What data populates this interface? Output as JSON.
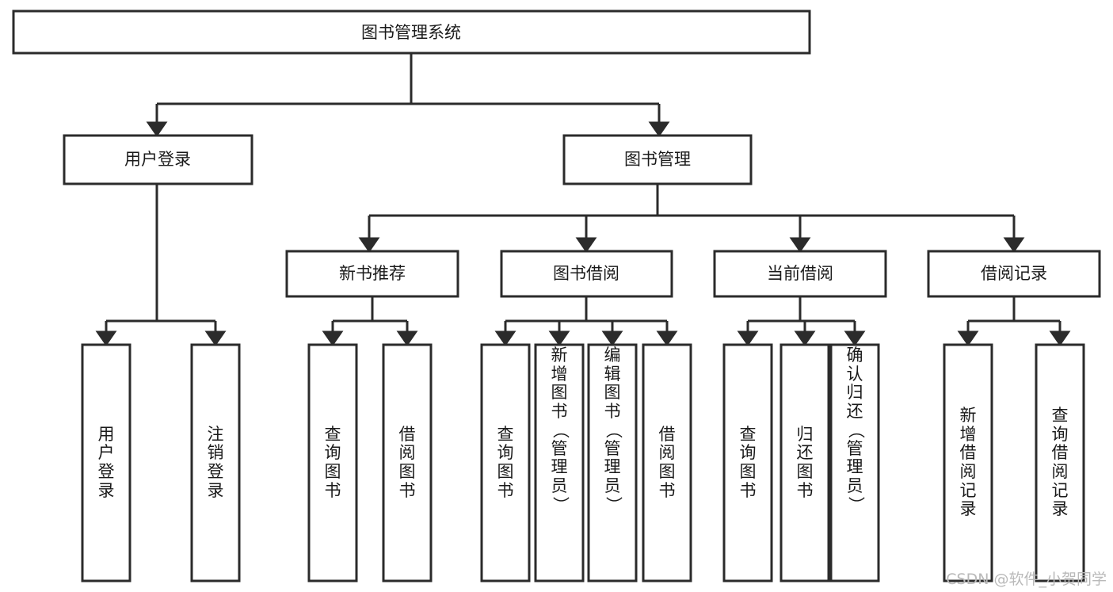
{
  "diagram": {
    "title": "图书管理系统",
    "type": "hierarchy-tree",
    "watermark": "CSDN @软件_小贺同学",
    "levels": [
      {
        "level": 1,
        "nodes": [
          {
            "id": "root",
            "label": "图书管理系统",
            "orientation": "horizontal"
          }
        ]
      },
      {
        "level": 2,
        "nodes": [
          {
            "id": "login",
            "label": "用户登录",
            "orientation": "horizontal",
            "parent": "root"
          },
          {
            "id": "bookmgmt",
            "label": "图书管理",
            "orientation": "horizontal",
            "parent": "root"
          }
        ]
      },
      {
        "level": 3,
        "nodes": [
          {
            "id": "newbook",
            "label": "新书推荐",
            "orientation": "horizontal",
            "parent": "bookmgmt"
          },
          {
            "id": "borrow",
            "label": "图书借阅",
            "orientation": "horizontal",
            "parent": "bookmgmt"
          },
          {
            "id": "current",
            "label": "当前借阅",
            "orientation": "horizontal",
            "parent": "bookmgmt"
          },
          {
            "id": "records",
            "label": "借阅记录",
            "orientation": "horizontal",
            "parent": "bookmgmt"
          }
        ]
      },
      {
        "level": 4,
        "nodes": [
          {
            "id": "leaf-1",
            "label": "用户登录",
            "orientation": "vertical",
            "parent": "login"
          },
          {
            "id": "leaf-2",
            "label": "注销登录",
            "orientation": "vertical",
            "parent": "login"
          },
          {
            "id": "leaf-3",
            "label": "查询图书",
            "orientation": "vertical",
            "parent": "newbook"
          },
          {
            "id": "leaf-4",
            "label": "借阅图书",
            "orientation": "vertical",
            "parent": "newbook"
          },
          {
            "id": "leaf-5",
            "label": "查询图书",
            "orientation": "vertical",
            "parent": "borrow"
          },
          {
            "id": "leaf-6",
            "label": "新增图书（管理员）",
            "orientation": "vertical",
            "parent": "borrow"
          },
          {
            "id": "leaf-7",
            "label": "编辑图书（管理员）",
            "orientation": "vertical",
            "parent": "borrow"
          },
          {
            "id": "leaf-8",
            "label": "借阅图书",
            "orientation": "vertical",
            "parent": "borrow"
          },
          {
            "id": "leaf-9",
            "label": "查询图书",
            "orientation": "vertical",
            "parent": "current"
          },
          {
            "id": "leaf-10",
            "label": "归还图书",
            "orientation": "vertical",
            "parent": "current"
          },
          {
            "id": "leaf-11",
            "label": "确认归还（管理员）",
            "orientation": "vertical",
            "parent": "current"
          },
          {
            "id": "leaf-12",
            "label": "新增借阅记录",
            "orientation": "vertical",
            "parent": "records"
          },
          {
            "id": "leaf-13",
            "label": "查询借阅记录",
            "orientation": "vertical",
            "parent": "records"
          }
        ]
      }
    ],
    "colors": {
      "box_fill": "#ffffff",
      "box_stroke": "#2b2b2b",
      "connector": "#2b2b2b",
      "text": "#1a1a1a",
      "watermark": "#b9b9b9",
      "background": "#ffffff"
    }
  }
}
